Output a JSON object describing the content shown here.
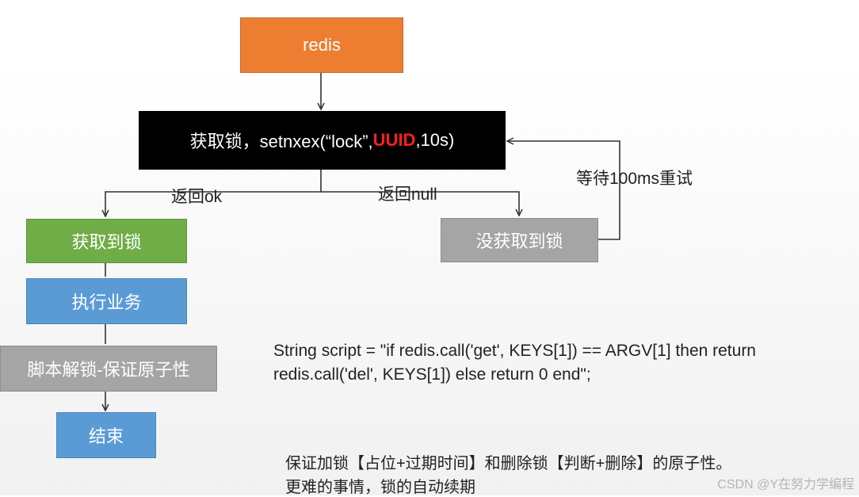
{
  "nodes": {
    "redis": "redis",
    "acquire_lock": {
      "prefix": "获取锁，setnxex(“lock”,",
      "highlight": "UUID",
      "suffix": ",10s)"
    },
    "got_lock": "获取到锁",
    "execute_business": "执行业务",
    "script_unlock": "脚本解锁-保证原子性",
    "end": "结束",
    "no_lock": "没获取到锁"
  },
  "edge_labels": {
    "return_ok": "返回ok",
    "return_null": "返回null",
    "retry": "等待100ms重试"
  },
  "script": {
    "line1": "String script = \"if redis.call('get', KEYS[1]) == ARGV[1] then return",
    "line2": "redis.call('del', KEYS[1]) else return 0 end\";"
  },
  "notes": {
    "line1": "保证加锁【占位+过期时间】和删除锁【判断+删除】的原子性。",
    "line2": "更难的事情，锁的自动续期"
  },
  "watermark": "CSDN @Y在努力学编程",
  "colors": {
    "redis": "#ed7d31",
    "acquire_lock": "#000000",
    "uuid_highlight": "#ff1f1f",
    "got_lock": "#70ad47",
    "execute_business": "#5b9bd5",
    "script_unlock": "#a5a5a5",
    "end": "#5b9bd5",
    "no_lock": "#a5a5a5",
    "connector": "#333333"
  }
}
